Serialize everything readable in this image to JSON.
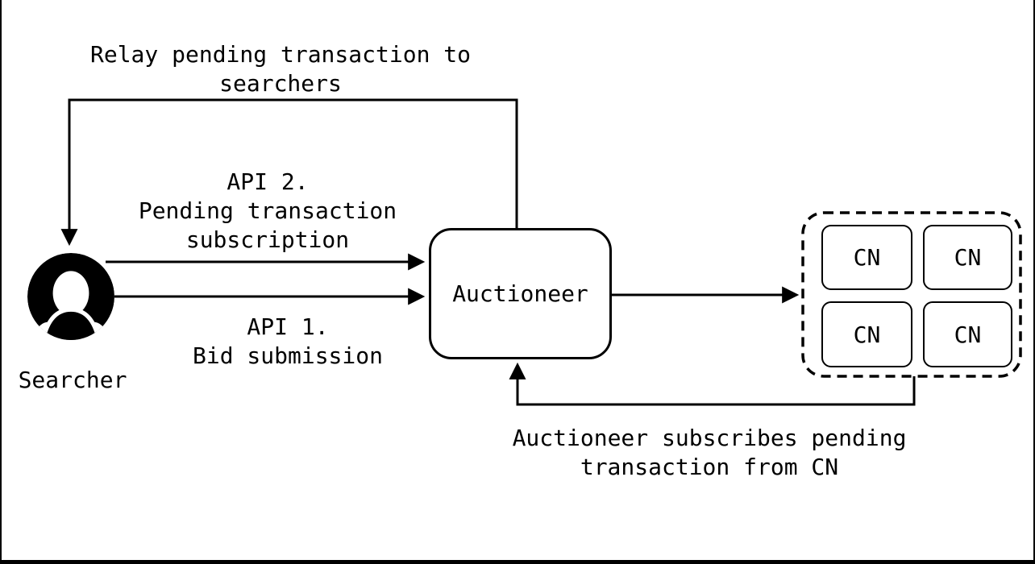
{
  "diagram": {
    "nodes": {
      "searcher": {
        "label": "Searcher"
      },
      "auctioneer": {
        "label": "Auctioneer"
      },
      "cn_cluster": {
        "members": [
          "CN",
          "CN",
          "CN",
          "CN"
        ]
      }
    },
    "edges": {
      "relay": {
        "label": "Relay pending transaction to\nsearchers"
      },
      "api2": {
        "label": "API 2.\nPending transaction\nsubscription"
      },
      "api1": {
        "label": "API 1.\nBid submission"
      },
      "cn_subscribe": {
        "label": "Auctioneer subscribes pending\ntransaction from CN"
      }
    },
    "colors": {
      "ink": "#000000",
      "background": "#ffffff"
    }
  }
}
